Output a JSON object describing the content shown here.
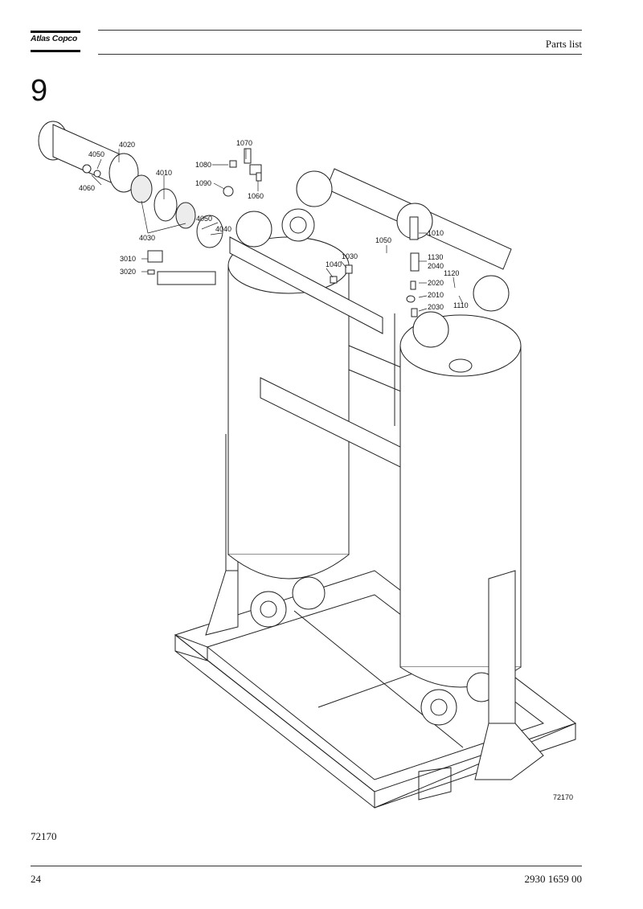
{
  "header": {
    "brand": "Atlas Copco",
    "title": "Parts list"
  },
  "section": {
    "number": "9"
  },
  "drawing": {
    "image_id": "72170",
    "callouts": [
      "4020",
      "4050",
      "4060",
      "4010",
      "4030",
      "1070",
      "1080",
      "1090",
      "1060",
      "4050",
      "4040",
      "3010",
      "3020",
      "1050",
      "1010",
      "1030",
      "1040",
      "1130",
      "2040",
      "1120",
      "2020",
      "2010",
      "2030",
      "1110"
    ]
  },
  "caption": "72170",
  "footer": {
    "page": "24",
    "doc_number": "2930 1659 00"
  }
}
